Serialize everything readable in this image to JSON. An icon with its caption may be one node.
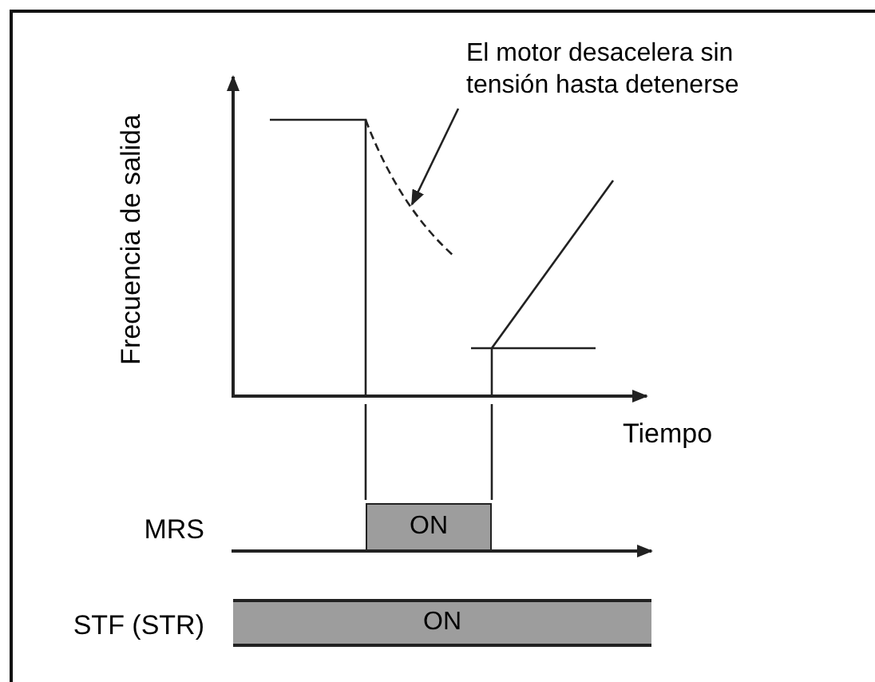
{
  "diagram": {
    "nodes": [
      {
        "text": [
          "El motor desacelera sin tensión hasta detenerse"
        ]
      },
      {
        "text": [
          "ON"
        ]
      },
      {
        "text": [
          "ON"
        ]
      },
      {
        "text": [],
        "shape": "curve"
      }
    ],
    "edges": [
      {
        "from": 0,
        "to": 3,
        "arrow": "to"
      }
    ],
    "labels": [
      "Frecuencia de salida",
      "Tiempo",
      "MRS",
      "STF (STR)"
    ]
  }
}
